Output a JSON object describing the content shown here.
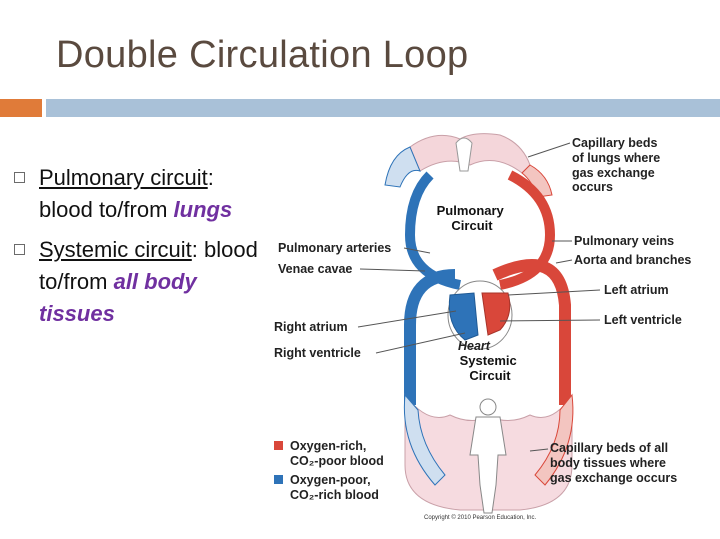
{
  "slide": {
    "title": "Double Circulation Loop"
  },
  "bullets": [
    {
      "prefix": "Pulmonary circuit",
      "sep": ":",
      "line2": "blood to/from ",
      "emph": "lungs"
    },
    {
      "prefix": "Systemic circuit",
      "sep": ": blood",
      "line2": "to/from ",
      "emph": "all body",
      "line3": "tissues"
    }
  ],
  "diagram": {
    "labels": {
      "capillary_lungs": [
        "Capillary beds",
        "of lungs where",
        "gas exchange",
        "occurs"
      ],
      "pulmonary_circuit": [
        "Pulmonary",
        "Circuit"
      ],
      "pulmonary_veins": "Pulmonary veins",
      "aorta": "Aorta and branches",
      "pulmonary_arteries": "Pulmonary arteries",
      "venae_cavae": "Venae cavae",
      "left_atrium": "Left atrium",
      "left_ventricle": "Left ventricle",
      "right_atrium": "Right atrium",
      "right_ventricle": "Right ventricle",
      "heart": "Heart",
      "systemic_circuit": [
        "Systemic",
        "Circuit"
      ],
      "capillary_body": [
        "Capillary beds of all",
        "body tissues where",
        "gas exchange occurs"
      ],
      "copyright": "Copyright © 2010 Pearson Education, Inc."
    },
    "legend": {
      "rich_line1": "Oxygen-rich,",
      "rich_line2": "CO₂-poor blood",
      "poor_line1": "Oxygen-poor,",
      "poor_line2": "CO₂-rich blood"
    },
    "colors": {
      "oxygen_rich": "#d9473a",
      "oxygen_poor": "#2e73b8"
    }
  }
}
